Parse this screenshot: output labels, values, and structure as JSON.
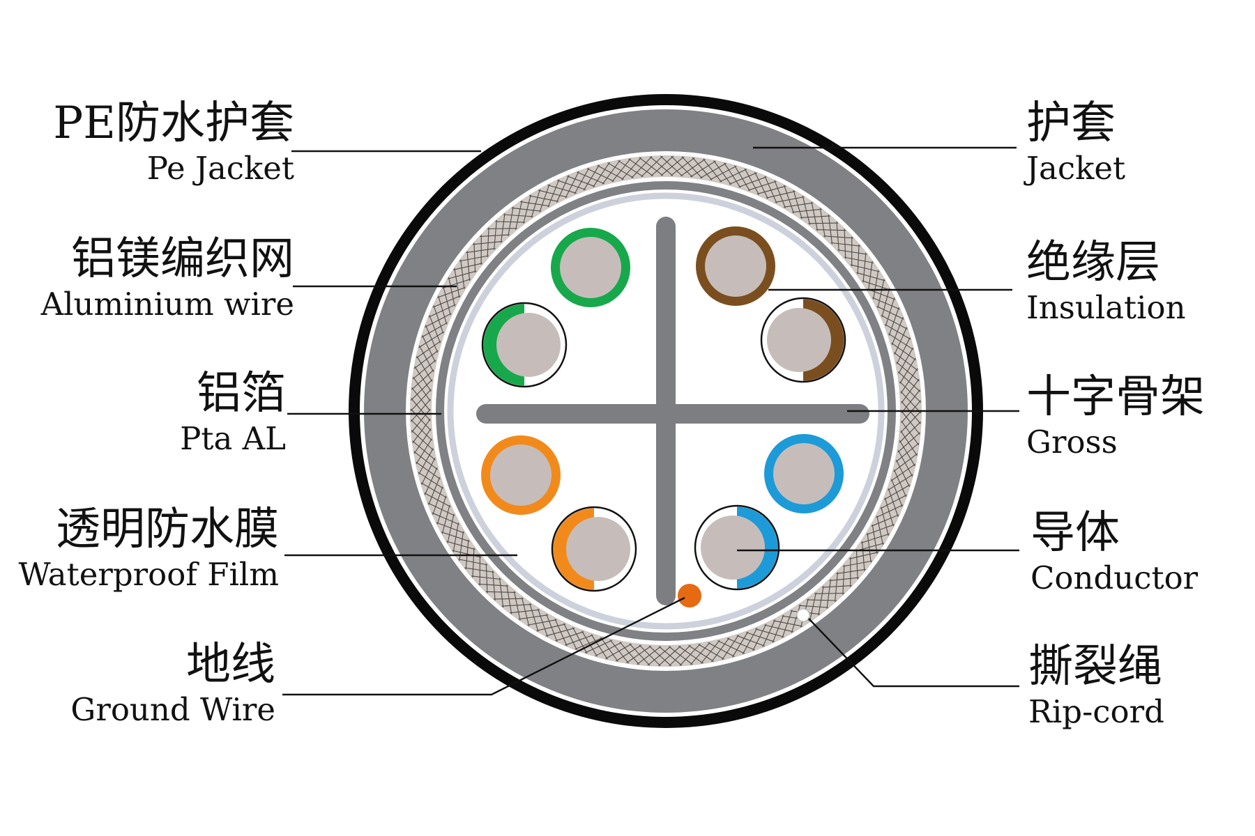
{
  "labels": {
    "pe_jacket": {
      "zh": "PE防水护套",
      "en": "Pe Jacket"
    },
    "aluminium_wire": {
      "zh": "铝镁编织网",
      "en": "Aluminium wire"
    },
    "pta_al": {
      "zh": "铝箔",
      "en": "Pta AL"
    },
    "waterproof_film": {
      "zh": "透明防水膜",
      "en": "Waterproof Film"
    },
    "ground_wire": {
      "zh": "地线",
      "en": "Ground Wire"
    },
    "jacket": {
      "zh": "护套",
      "en": "Jacket"
    },
    "insulation": {
      "zh": "绝缘层",
      "en": "Insulation"
    },
    "cross": {
      "zh": "十字骨架",
      "en": "Gross"
    },
    "conductor": {
      "zh": "导体",
      "en": "Conductor"
    },
    "rip_cord": {
      "zh": "撕裂绳",
      "en": "Rip-cord"
    }
  },
  "colors": {
    "outer_black": "#0a0a0a",
    "jacket_gray": "#808184",
    "braid_fill": "#cfc8c3",
    "waterproof_film": "#cdd1dc",
    "cross_gray": "#7c7e81",
    "conductor": "#c6bdba",
    "ground_wire": "#e56a12",
    "leader_line": "#111111",
    "pairs": {
      "green": "#17a84b",
      "brown": "#7a4e1e",
      "orange": "#f28a1b",
      "blue": "#1d9ad8"
    }
  }
}
